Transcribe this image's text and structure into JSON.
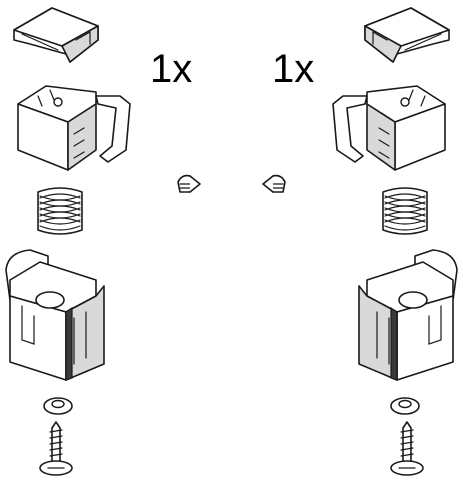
{
  "labels": {
    "left_quantity": "1x",
    "right_quantity": "1x"
  },
  "parts": [
    "top-cap",
    "clip-holder",
    "spring",
    "small-screw",
    "hinge-bracket",
    "washer",
    "long-screw"
  ]
}
